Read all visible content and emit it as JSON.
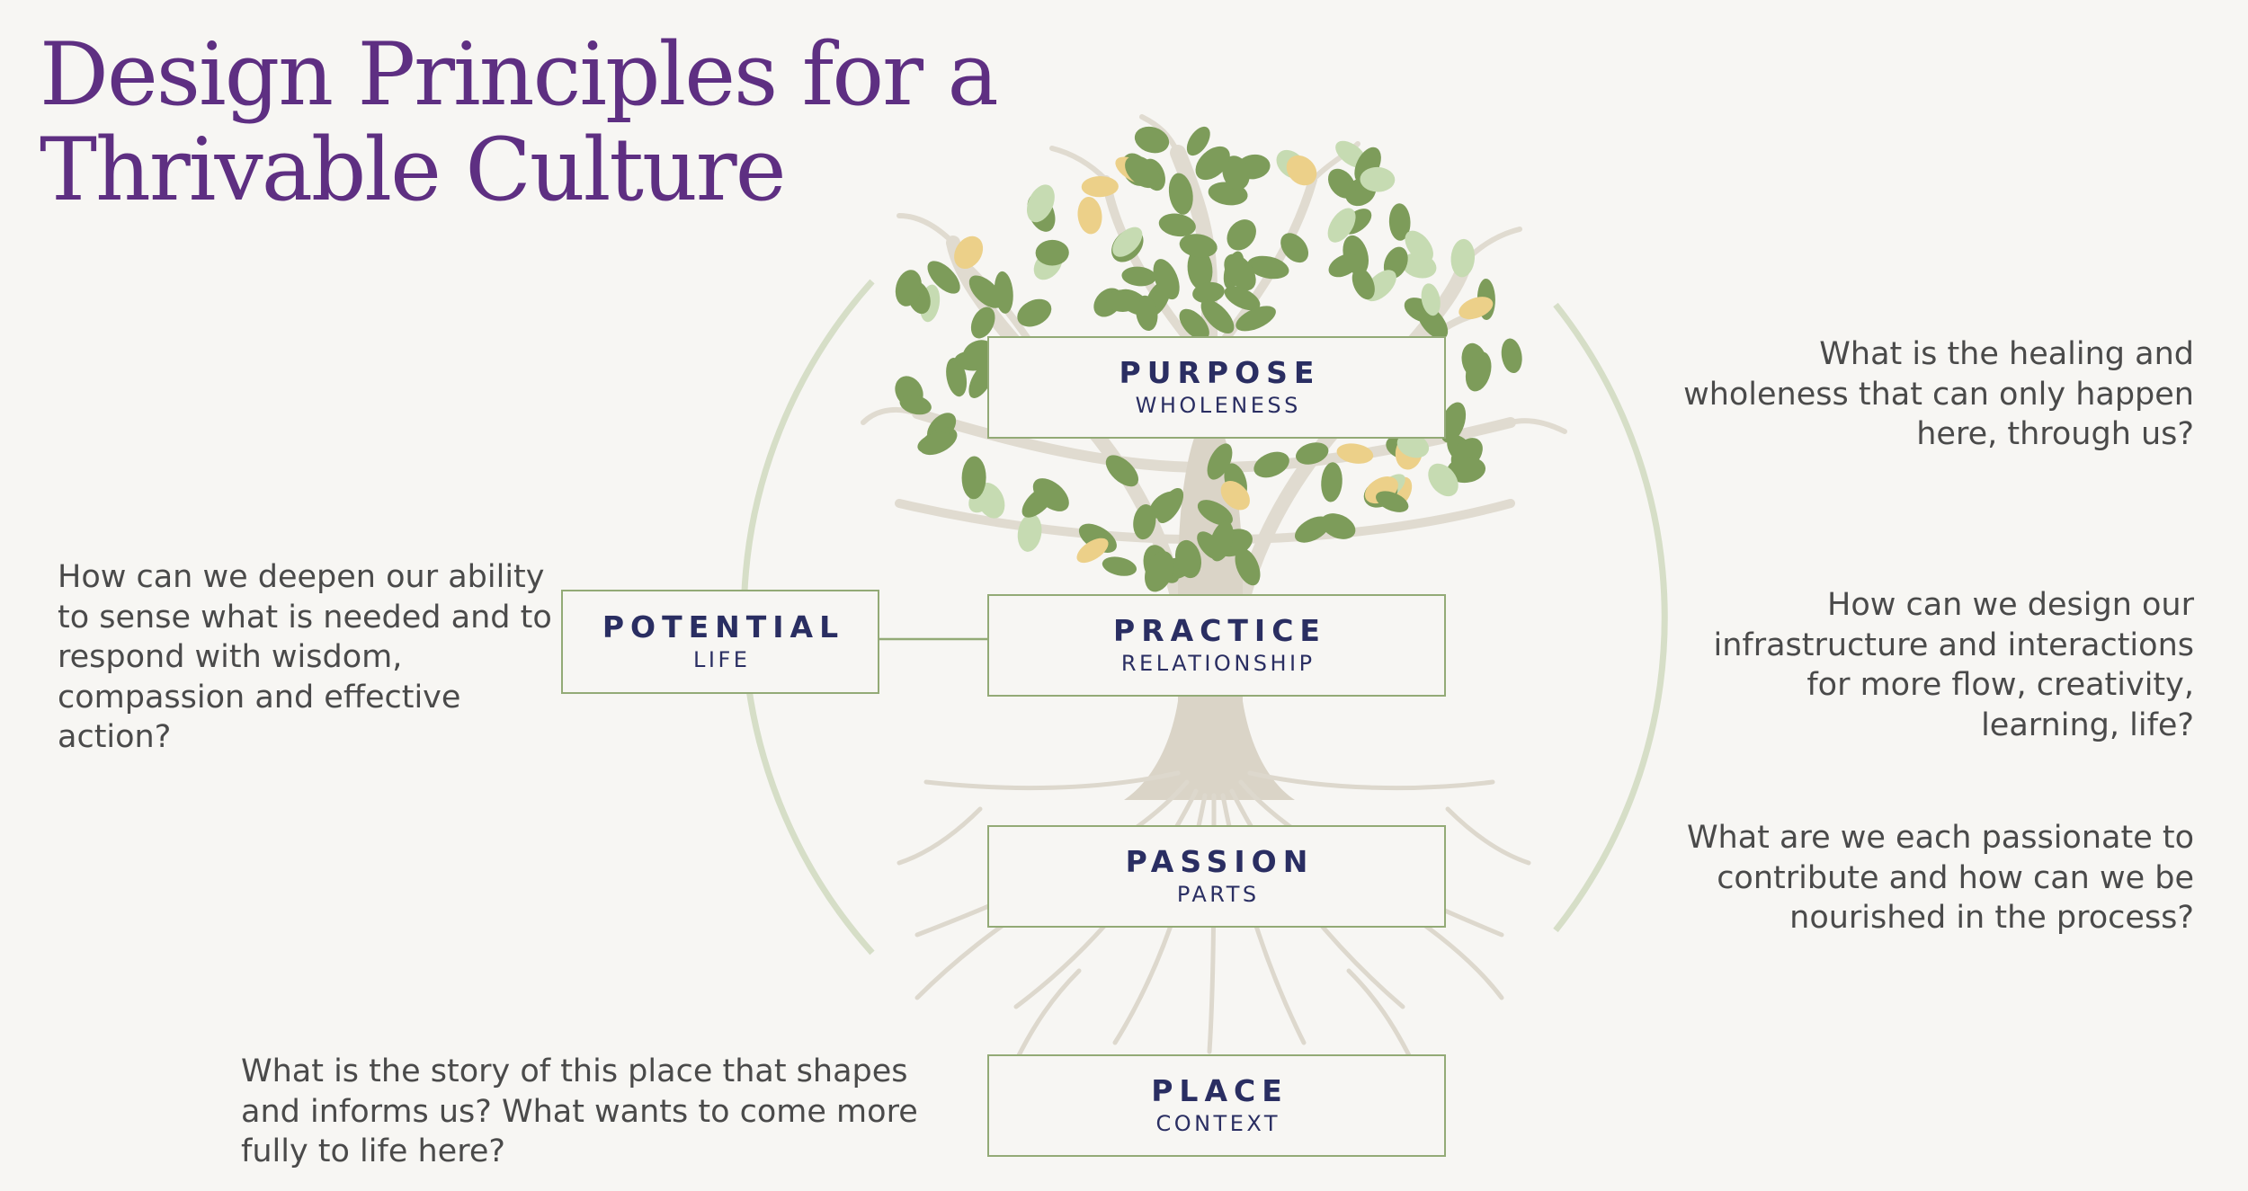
{
  "title": {
    "line1": "Design Principles for a",
    "line2": "Thrivable Culture"
  },
  "boxes": {
    "purpose": {
      "main": "PURPOSE",
      "sub": "WHOLENESS"
    },
    "practice": {
      "main": "PRACTICE",
      "sub": "RELATIONSHIP"
    },
    "passion": {
      "main": "PASSION",
      "sub": "PARTS"
    },
    "place": {
      "main": "PLACE",
      "sub": "CONTEXT"
    },
    "potential": {
      "main": "POTENTIAL",
      "sub": "LIFE"
    }
  },
  "questions": {
    "purpose": [
      "What is the healing and",
      "wholeness that can only happen",
      "here, through us?"
    ],
    "practice": [
      "How can we design our",
      "infrastructure and interactions",
      "for more flow, creativity,",
      "learning, life?"
    ],
    "passion": [
      "What are we each passionate to",
      "contribute and how can we be",
      "nourished in the process?"
    ],
    "potential": [
      "How can we deepen our ability",
      "to sense what is needed and to",
      "respond with wisdom,",
      "compassion and effective",
      "action?"
    ],
    "place": [
      "What is the story of this place that shapes",
      "and informs us? What wants to come more",
      "fully to life here?"
    ]
  },
  "colors": {
    "title": "#5e2f82",
    "box_border": "#93aa76",
    "label": "#2a2e62",
    "question_text": "#4a4a4a",
    "arc": "#d6dec7",
    "trunk": "#d9d3c6",
    "leaf_green": "#7d9c5a",
    "leaf_light": "#c6dbb2",
    "leaf_yellow": "#ecd089"
  }
}
